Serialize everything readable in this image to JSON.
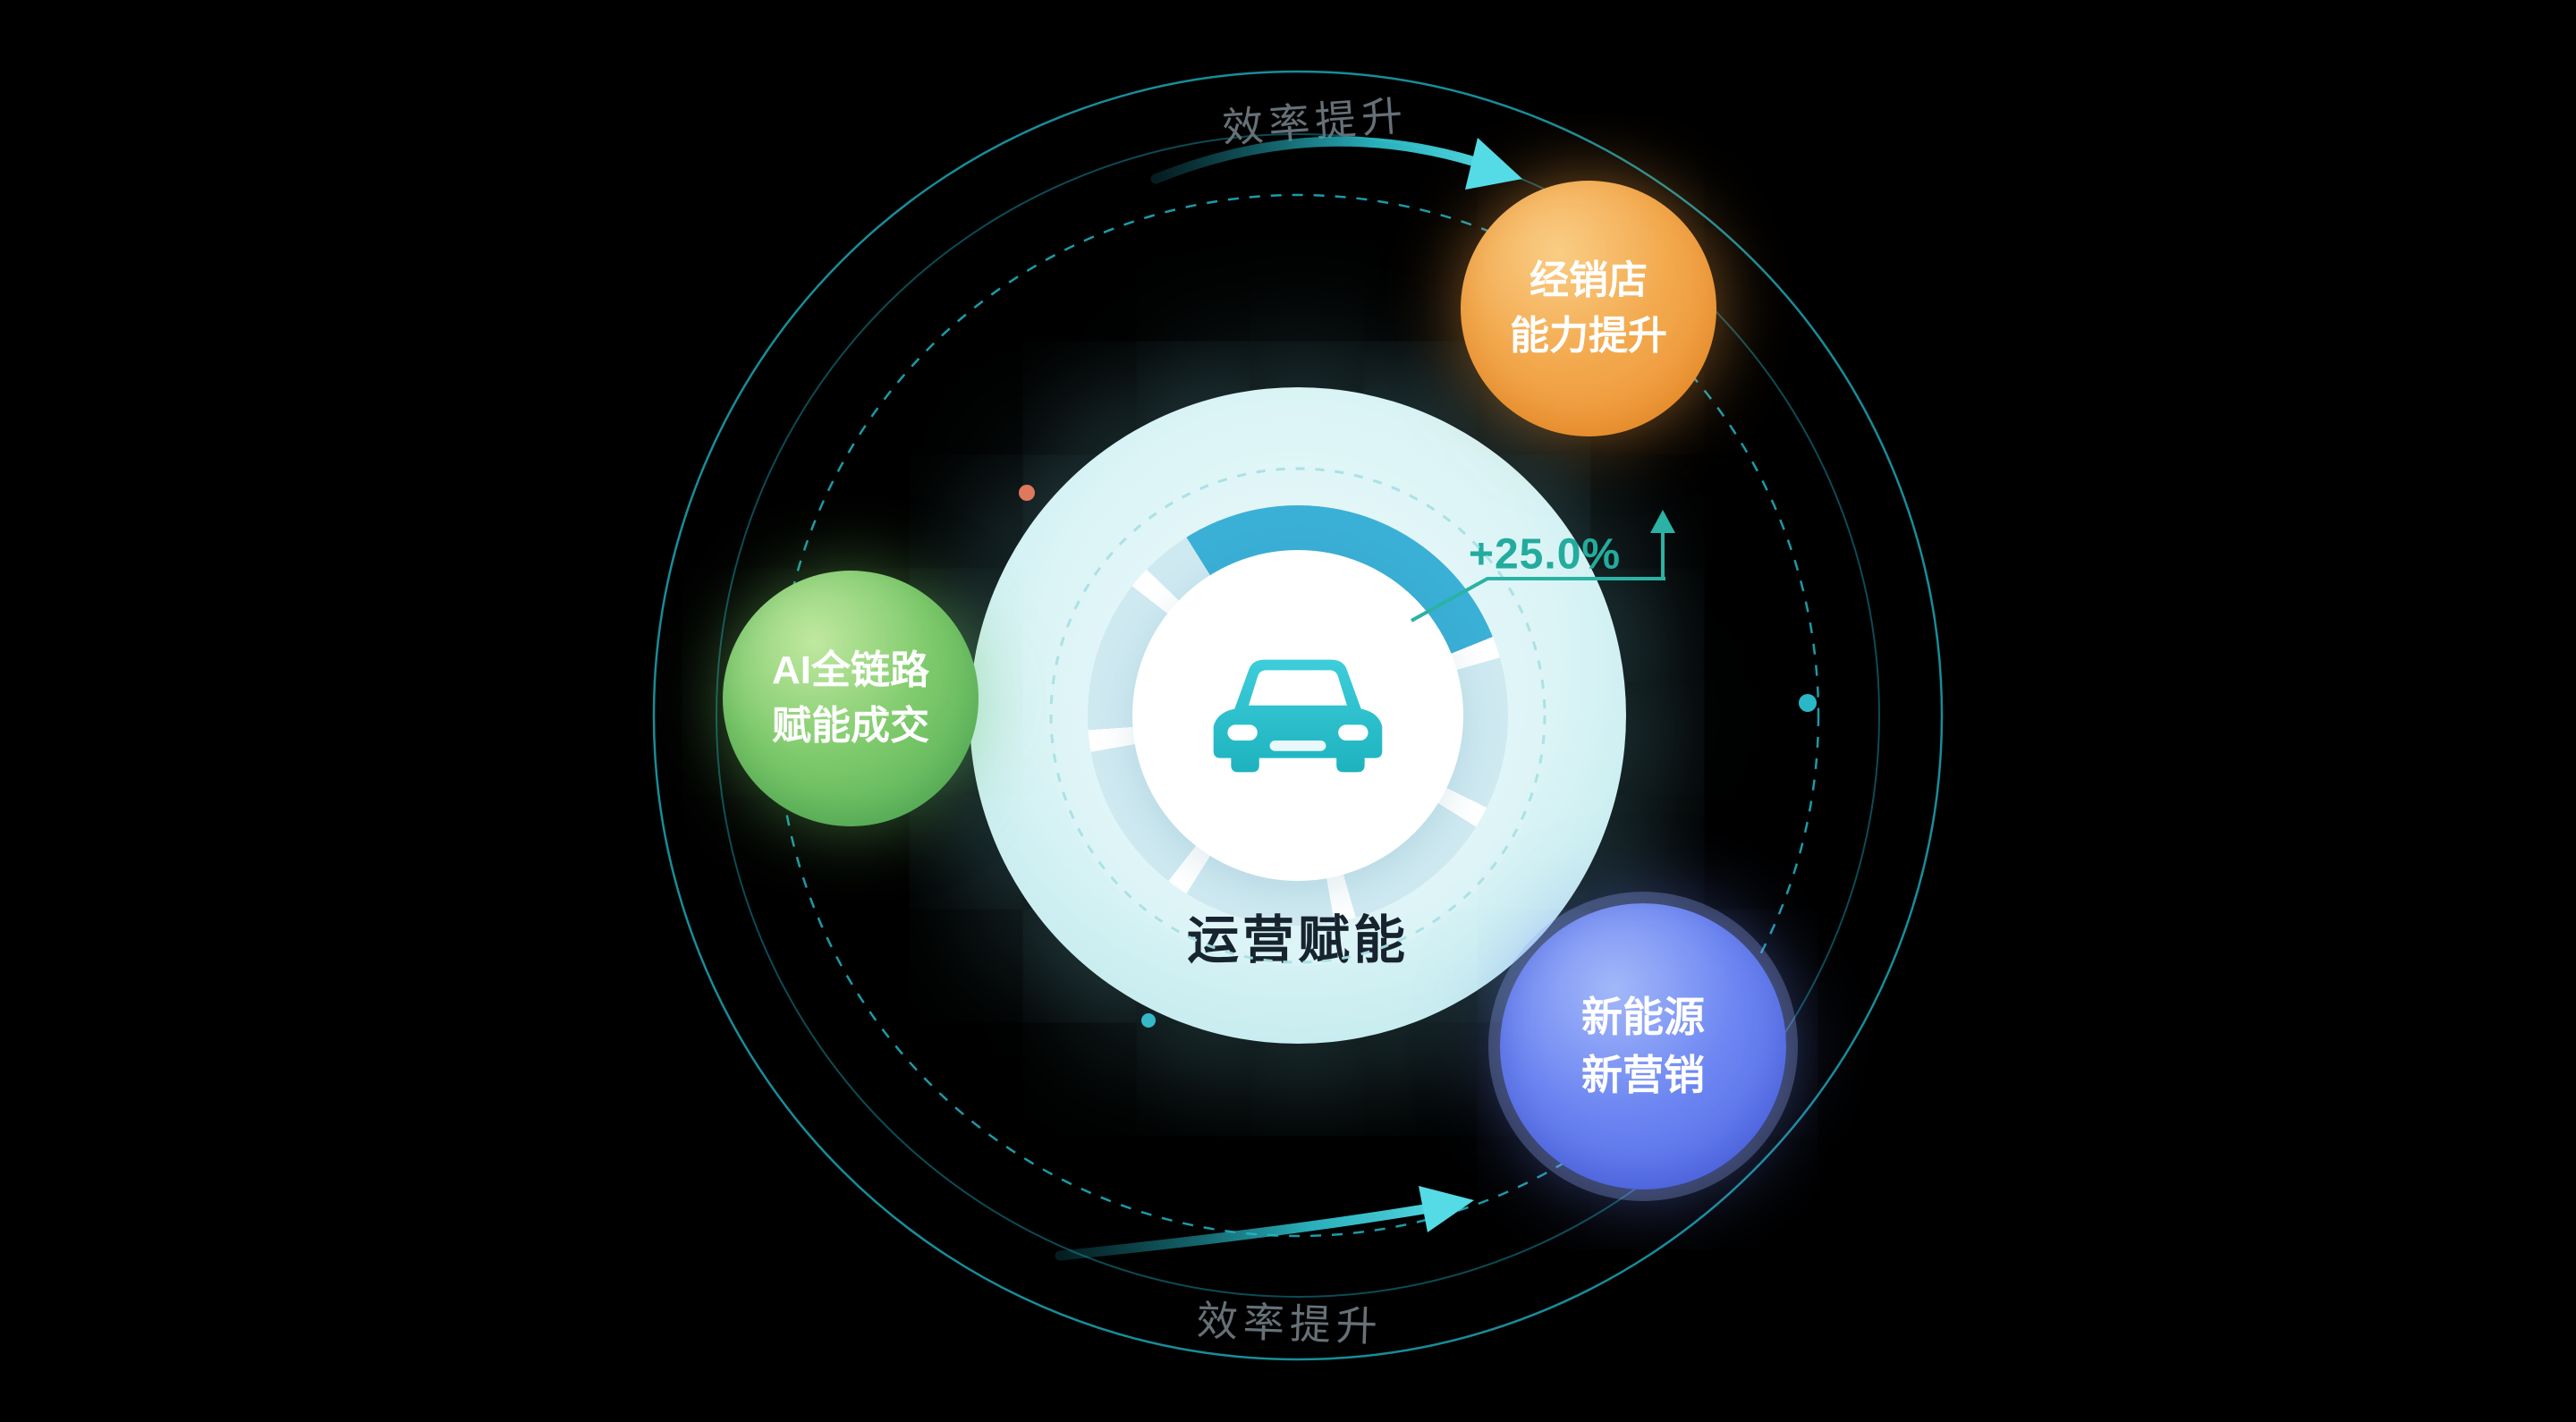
{
  "diagram": {
    "background_color": "#000000",
    "center": {
      "label": "运营赋能"
    },
    "metric": {
      "value": "+25.0%",
      "color": "#23ac9e"
    },
    "flow": {
      "top_label": "效率提升",
      "bottom_label": "效率提升"
    },
    "bubbles": [
      {
        "id": "dealer-capability",
        "line1": "经销店",
        "line2": "能力提升",
        "color": "#ec8d2b"
      },
      {
        "id": "ai-full-chain",
        "line1": "AI全链路",
        "line2": "赋能成交",
        "color": "#5cb85f"
      },
      {
        "id": "new-energy-marketing",
        "line1": "新能源",
        "line2": "新营销",
        "color": "#5b74ee"
      }
    ],
    "icons": {
      "center_icon": "car-icon"
    },
    "accent_colors": {
      "teal": "#1fa2b0",
      "cyan": "#56d8e8",
      "pale_ring": "#cfe9f1"
    }
  }
}
